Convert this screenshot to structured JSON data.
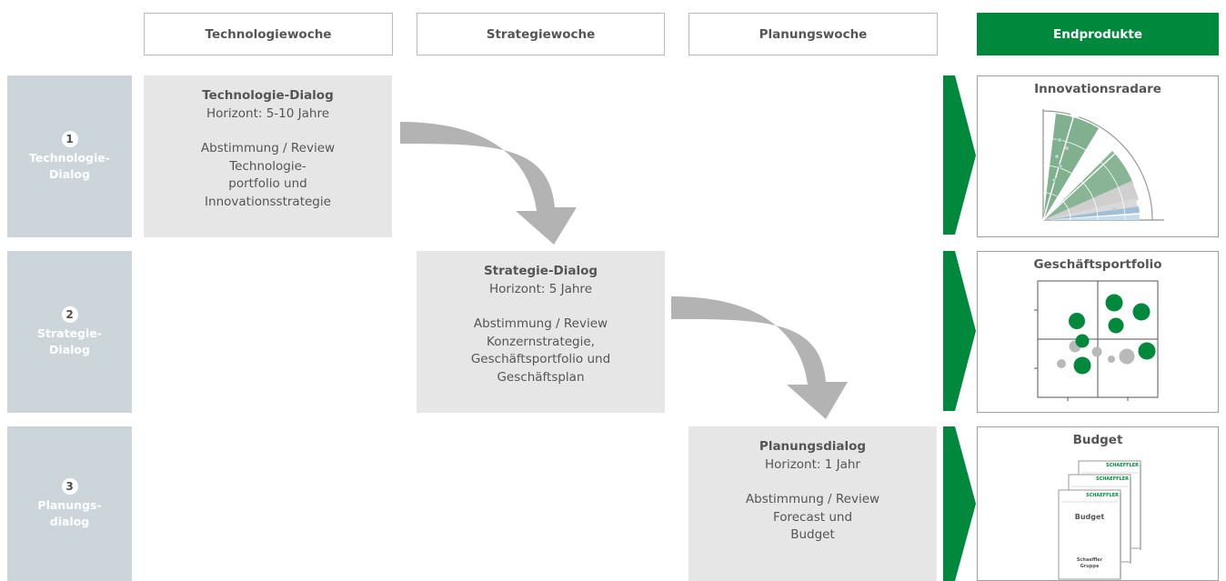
{
  "headers": {
    "technologiewoche": "Technologiewoche",
    "strategiewoche": "Strategiewoche",
    "planungswoche": "Planungswoche",
    "endprodukte": "Endprodukte"
  },
  "rows": [
    {
      "number": "1",
      "line1": "Technologie-",
      "line2": "Dialog"
    },
    {
      "number": "2",
      "line1": "Strategie-",
      "line2": "Dialog"
    },
    {
      "number": "3",
      "line1": "Planungs-",
      "line2": "dialog"
    }
  ],
  "dialogs": {
    "technologie": {
      "title": "Technologie-Dialog",
      "horizon": "Horizont: 5-10 Jahre",
      "lines": [
        "Abstimmung / Review",
        "Technologie-",
        "portfolio und",
        "Innovationsstrategie"
      ]
    },
    "strategie": {
      "title": "Strategie-Dialog",
      "horizon": "Horizont: 5 Jahre",
      "lines": [
        "Abstimmung / Review",
        "Konzernstrategie,",
        "Geschäftsportfolio und",
        "Geschäftsplan"
      ]
    },
    "planung": {
      "title": "Planungsdialog",
      "horizon": "Horizont: 1 Jahr",
      "lines": [
        "Abstimmung / Review",
        "Forecast und",
        "Budget"
      ]
    }
  },
  "products": {
    "radar_title": "Innovationsradare",
    "portfolio_title": "Geschäftsportfolio",
    "budget_title": "Budget",
    "budget_doc": {
      "brand": "SCHAEFFLER",
      "doc_title": "Budget",
      "doc_footer_1": "Schaeffler",
      "doc_footer_2": "Gruppe"
    }
  },
  "colors": {
    "green": "#00893d",
    "row_label_bg": "#ccd5d9",
    "dialog_bg": "#e6e6e6",
    "arrow_gray": "#b3b3b3"
  }
}
